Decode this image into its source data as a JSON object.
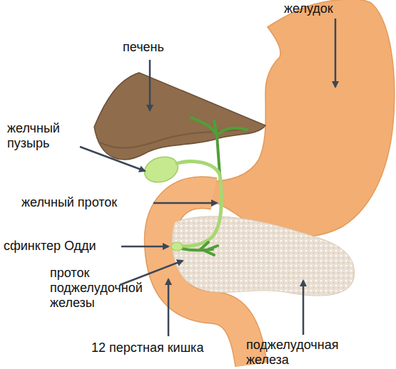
{
  "diagram": {
    "labels": [
      "желудок",
      "печень",
      "желчный пузырь",
      "желчный проток",
      "сфинктер Одди",
      "проток поджелудочной железы",
      "12 перстная кишка",
      "поджелудочная железа"
    ]
  }
}
